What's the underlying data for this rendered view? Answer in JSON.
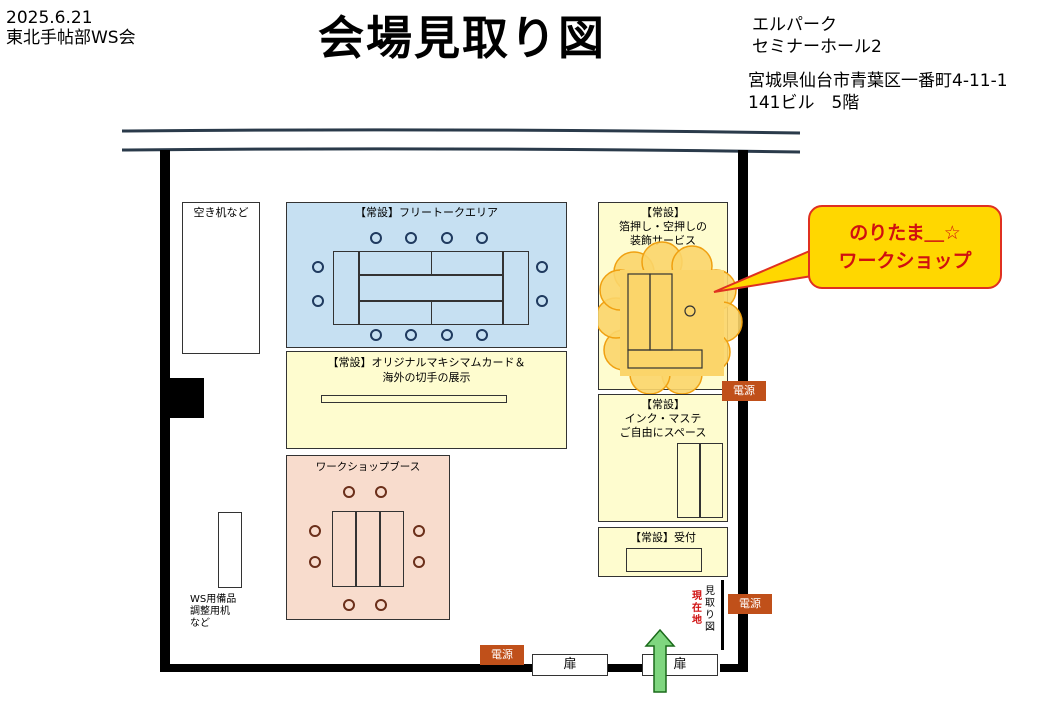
{
  "header": {
    "date": "2025.6.21",
    "org": "東北手帖部WS会",
    "title": "会場見取り図",
    "venue_line1": "エルパーク",
    "venue_line2": "セミナーホール2",
    "address_line1": "宮城県仙台市青葉区一番町4-11-1",
    "address_line2": "141ビル　5階"
  },
  "rooms": {
    "desk_storage": "空き机など",
    "free_talk": "【常設】フリートークエリア",
    "card_line1": "【常設】オリジナルマキシマムカード＆",
    "card_line2": "海外の切手の展示",
    "workshop_booth": "ワークショップブース",
    "foil_line1": "【常設】",
    "foil_line2": "箔押し・空押しの",
    "foil_line3": "装飾サービス",
    "ink_line1": "【常設】",
    "ink_line2": "インク・マステ",
    "ink_line3": "ご自由にスペース",
    "reception": "【常設】受付",
    "ws_line1": "WS用備品",
    "ws_line2": "調整用机",
    "ws_line3": "など"
  },
  "callout": {
    "line1": "のりたま＿☆",
    "line2": "ワークショップ"
  },
  "labels": {
    "power1": "電源",
    "power2": "電源",
    "power3": "電源",
    "door1": "扉",
    "door2": "扉",
    "current_location": "現在地",
    "floor_map": "見取り図"
  },
  "colors": {
    "free_talk_bg": "#c6e0f2",
    "card_bg": "#fefccf",
    "workshop_bg": "#f8dccd",
    "foil_bg": "#fefccf",
    "callout_bg": "#ffd700",
    "callout_text": "#d01010",
    "power_bg": "#c0501a",
    "arrow": "#7fd67f",
    "current_location_text": "#d01010"
  }
}
